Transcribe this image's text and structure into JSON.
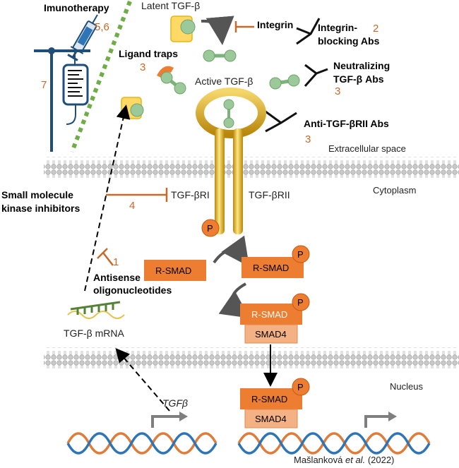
{
  "labels": {
    "immunotherapy": "Imunotherapy",
    "latent": "Latent TGF-β",
    "integrin": "Integrin",
    "integrin_abs_1": "Integrin-",
    "integrin_abs_2": "blocking Abs",
    "ligand_traps": "Ligand traps",
    "active": "Active TGF-β",
    "neutralizing_1": "Neutralizing",
    "neutralizing_2": "TGF-β Abs",
    "anti_receptor": "Anti-TGF-βRII Abs",
    "extracellular": "Extracellular space",
    "cytoplasm": "Cytoplasm",
    "small_molecule_1": "Small molecule",
    "small_molecule_2": "kinase inhibitors",
    "receptor_i": "TGF-βRI",
    "receptor_ii": "TGF-βRII",
    "antisense_1": "Antisense",
    "antisense_2": "oligonucleotides",
    "mrna": "TGF-β mRNA",
    "gene": "TGFβ",
    "nucleus": "Nucleus",
    "rsmad": "R-SMAD",
    "smad4": "SMAD4",
    "phospho": "P",
    "citation_author": "Mašlanková",
    "citation_etal": "et al.",
    "citation_year": "(2022)"
  },
  "numbers": {
    "immunotherapy": "5,6",
    "infusion": "7",
    "integrin_abs": "2",
    "ligand_traps": "3",
    "neutralizing": "3",
    "anti_receptor": "3",
    "kinase": "4",
    "antisense": "1"
  },
  "colors": {
    "accent_orange": "#c8692a",
    "smad_orange": "#ed7d31",
    "smad4_fill": "#f4b183",
    "ligand_green": "#9cc99a",
    "latent_yellow": "#ffd966",
    "receptor_gold": "#d4a017",
    "immuno_green": "#70ad47",
    "dna_orange": "#e07b39",
    "dna_blue": "#2e75b6",
    "infusion_blue": "#1f4e79"
  }
}
